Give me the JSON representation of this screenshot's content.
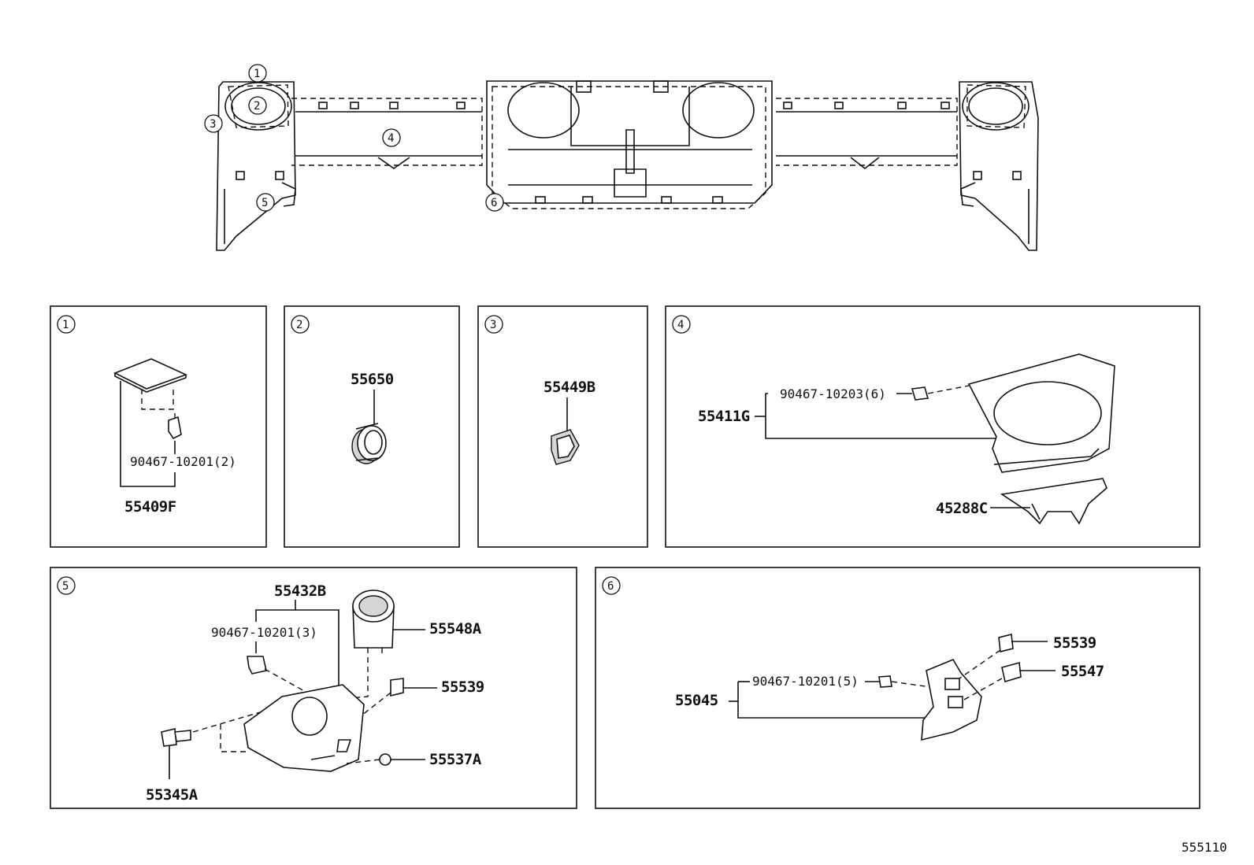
{
  "callouts": [
    "1",
    "2",
    "3",
    "4",
    "5",
    "6"
  ],
  "panels": {
    "p1": {
      "number": "1",
      "clip": "90467-10201(2)",
      "part": "55409F"
    },
    "p2": {
      "number": "2",
      "part": "55650"
    },
    "p3": {
      "number": "3",
      "part": "55449B"
    },
    "p4": {
      "number": "4",
      "clip": "90467-10203(6)",
      "part": "55411G",
      "part2": "45288C"
    },
    "p5": {
      "number": "5",
      "part_top": "55432B",
      "clip": "90467-10201(3)",
      "part_cup": "55548A",
      "part_539": "55539",
      "part_537": "55537A",
      "part_345": "55345A"
    },
    "p6": {
      "number": "6",
      "part": "55045",
      "clip": "90467-10201(5)",
      "part_539": "55539",
      "part_547": "55547"
    }
  },
  "diagram_id": "555110"
}
